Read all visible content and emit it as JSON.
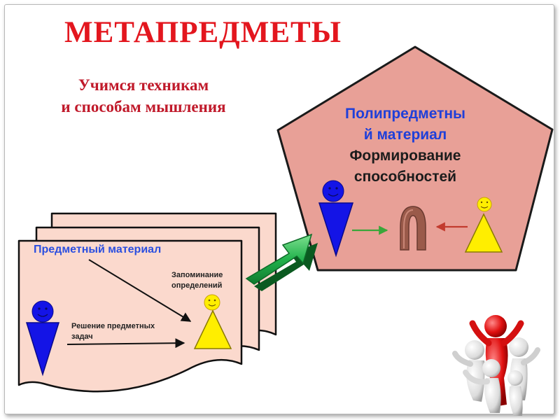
{
  "title": "МЕТАПРЕДМЕТЫ",
  "subtitle": {
    "line1": "Учимся техникам",
    "line2": "и способам мышления"
  },
  "pentagon": {
    "line1": "Полипредметны",
    "line2": "й материал",
    "line3": "Формирование",
    "line4": "способностей"
  },
  "subject_card": {
    "title": "Предметный материал",
    "memorize_line1": "Запоминание",
    "memorize_line2": "определений",
    "solve_line1": "Решение предметных",
    "solve_line2": "задач"
  },
  "colors": {
    "title": "#e3161e",
    "pentagon_fill": "#e8a097",
    "card_fill": "#fbd9cd",
    "big_arrow": "#22b24c",
    "figure_blue": "#1414e6",
    "figure_yellow": "#ffee00"
  },
  "icons": [
    "blue-person-icon",
    "yellow-person-icon",
    "arch-icon",
    "green-arrow-icon",
    "cheering-people-icon"
  ]
}
